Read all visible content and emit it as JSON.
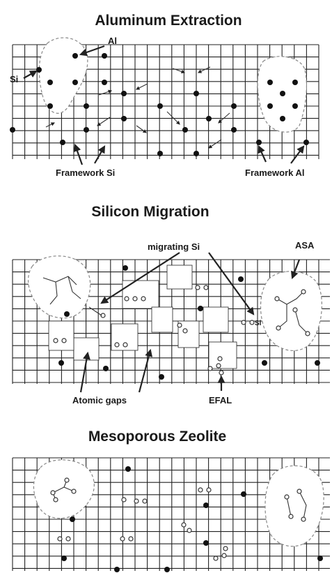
{
  "panels": [
    {
      "title": "Aluminum Extraction",
      "labels": {
        "al": "Al",
        "si": "Si",
        "framework_si": "Framework Si",
        "framework_al": "Framework Al"
      }
    },
    {
      "title": "Silicon Migration",
      "labels": {
        "migrating_si": "migrating Si",
        "asa": "ASA",
        "si_small": "Si",
        "atomic_gaps": "Atomic gaps",
        "efal": "EFAL"
      }
    },
    {
      "title": "Mesoporous Zeolite"
    }
  ]
}
